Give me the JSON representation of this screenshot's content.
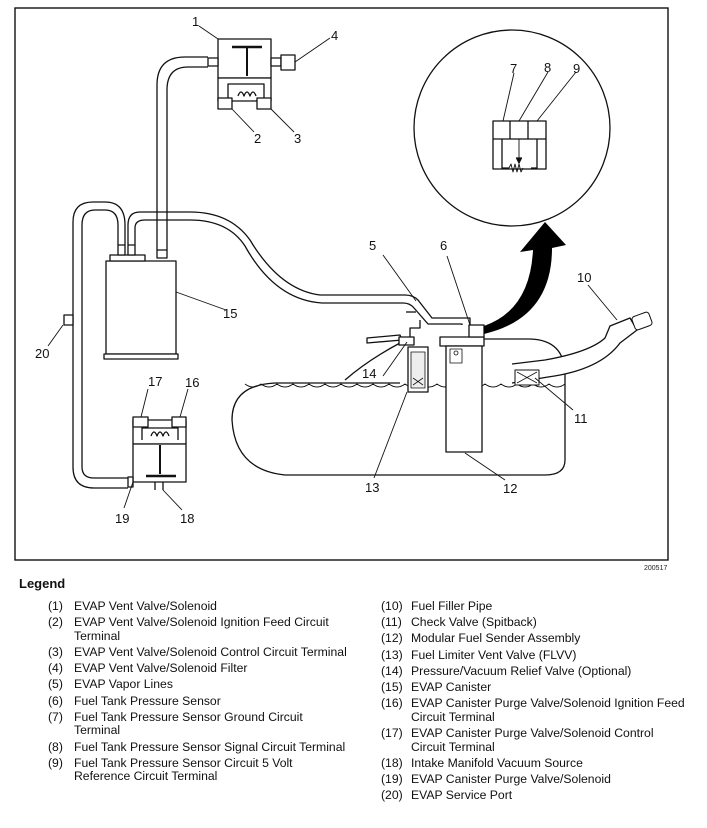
{
  "figure_number": "200517",
  "callouts": {
    "c1": "1",
    "c2": "2",
    "c3": "3",
    "c4": "4",
    "c5": "5",
    "c6": "6",
    "c7": "7",
    "c8": "8",
    "c9": "9",
    "c10": "10",
    "c11": "11",
    "c12": "12",
    "c13": "13",
    "c14": "14",
    "c15": "15",
    "c16": "16",
    "c17": "17",
    "c18": "18",
    "c19": "19",
    "c20": "20"
  },
  "legend": {
    "title": "Legend",
    "left": [
      {
        "num": "(1)",
        "text": "EVAP Vent Valve/Solenoid"
      },
      {
        "num": "(2)",
        "text": "EVAP Vent Valve/Solenoid Ignition Feed Circuit Terminal"
      },
      {
        "num": "(3)",
        "text": "EVAP Vent Valve/Solenoid Control Circuit Terminal"
      },
      {
        "num": "(4)",
        "text": "EVAP Vent Valve/Solenoid Filter"
      },
      {
        "num": "(5)",
        "text": "EVAP Vapor Lines"
      },
      {
        "num": "(6)",
        "text": "Fuel Tank Pressure Sensor"
      },
      {
        "num": "(7)",
        "text": "Fuel Tank Pressure Sensor Ground Circuit Terminal"
      },
      {
        "num": "(8)",
        "text": "Fuel Tank Pressure Sensor Signal Circuit Terminal"
      },
      {
        "num": "(9)",
        "text": "Fuel Tank Pressure Sensor Circuit 5 Volt Reference Circuit Terminal"
      }
    ],
    "right": [
      {
        "num": "(10)",
        "text": "Fuel Filler Pipe"
      },
      {
        "num": "(11)",
        "text": "Check Valve (Spitback)"
      },
      {
        "num": "(12)",
        "text": "Modular Fuel Sender Assembly"
      },
      {
        "num": "(13)",
        "text": "Fuel Limiter Vent Valve (FLVV)"
      },
      {
        "num": "(14)",
        "text": "Pressure/Vacuum Relief Valve (Optional)"
      },
      {
        "num": "(15)",
        "text": "EVAP Canister"
      },
      {
        "num": "(16)",
        "text": "EVAP Canister Purge Valve/Solenoid Ignition Feed Circuit Terminal"
      },
      {
        "num": "(17)",
        "text": "EVAP Canister Purge Valve/Solenoid Control Circuit Terminal"
      },
      {
        "num": "(18)",
        "text": "Intake Manifold Vacuum Source"
      },
      {
        "num": "(19)",
        "text": "EVAP Canister Purge Valve/Solenoid"
      },
      {
        "num": "(20)",
        "text": "EVAP Service Port"
      }
    ]
  }
}
